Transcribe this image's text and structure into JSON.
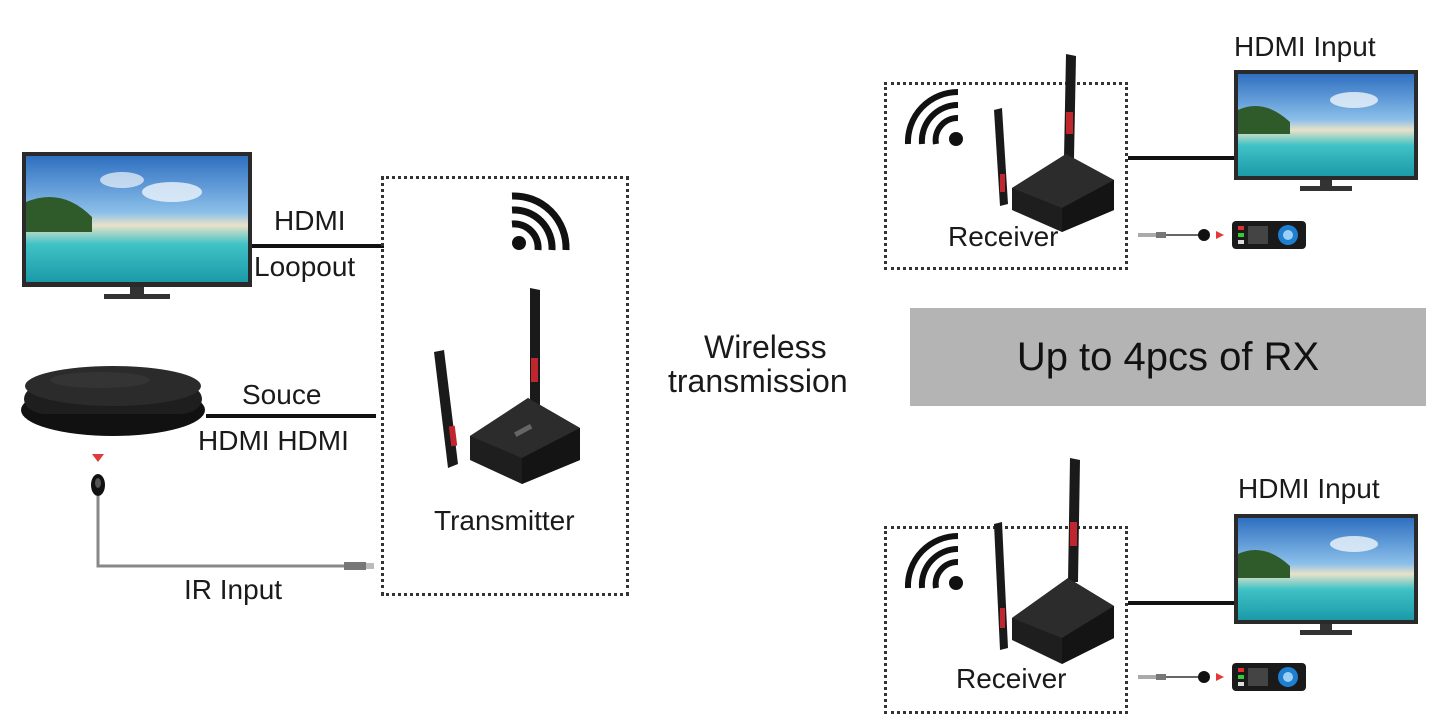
{
  "labels": {
    "hdmi": "HDMI",
    "loopout": "Loopout",
    "souce": "Souce",
    "hdmi_hdmi": "HDMI HDMI",
    "ir_input": "IR Input",
    "transmitter": "Transmitter",
    "wireless_line1": "Wireless",
    "wireless_line2": "transmission",
    "banner": "Up to 4pcs of  RX",
    "receiver_top": "Receiver",
    "receiver_bottom": "Receiver",
    "hdmi_input_top": "HDMI  Input",
    "hdmi_input_bottom": "HDMI  Input"
  },
  "colors": {
    "banner_bg": "#b4b4b4",
    "device_body": "#1e1e1e",
    "antenna_accent": "#c0262d",
    "ir_indicator": "#e03a3a"
  },
  "icons": [
    "wifi-icon",
    "tv-icon",
    "media-box-icon",
    "remote-control-icon",
    "ir-sensor-icon"
  ]
}
